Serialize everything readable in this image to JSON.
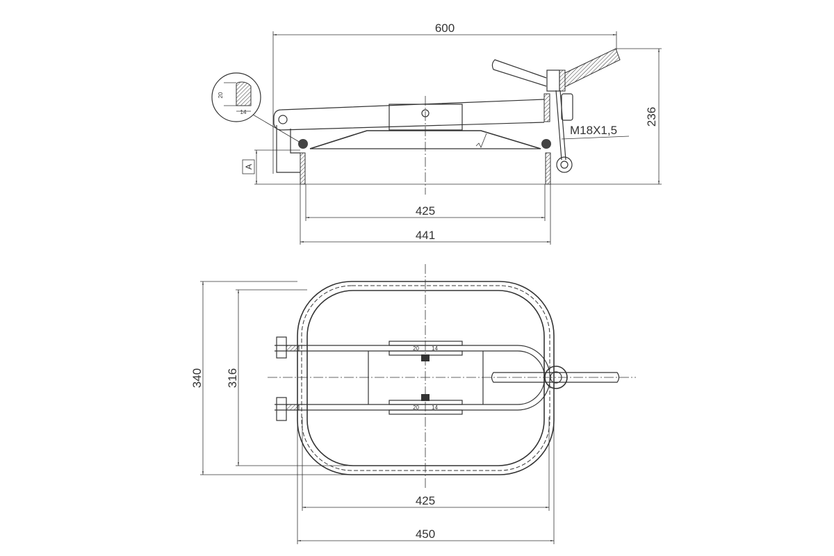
{
  "side_view": {
    "dim_overall_length": "600",
    "dim_height": "236",
    "dim_inner_diameter": "425",
    "dim_outer_diameter": "441",
    "thread_label": "M18X1,5",
    "datum_label": "A",
    "gasket_detail": {
      "height": "20",
      "width": "14"
    }
  },
  "plan_view": {
    "dim_outer_height": "340",
    "dim_inner_height": "316",
    "dim_inner_width": "425",
    "dim_outer_width": "450",
    "bolt_label_top_left": "20",
    "bolt_label_top_right": "14",
    "bolt_label_bottom_left": "20",
    "bolt_label_bottom_right": "14"
  }
}
